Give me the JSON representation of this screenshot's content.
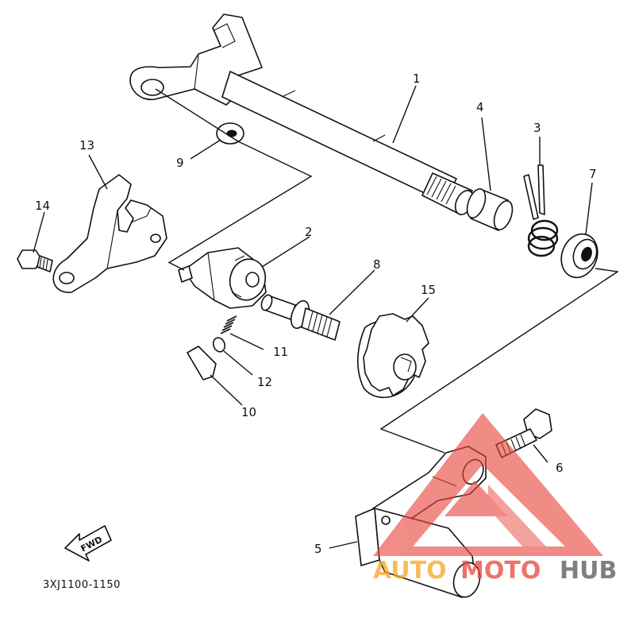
{
  "diagram": {
    "callouts": [
      {
        "id": "1",
        "text": "1"
      },
      {
        "id": "2",
        "text": "2"
      },
      {
        "id": "3",
        "text": "3"
      },
      {
        "id": "4",
        "text": "4"
      },
      {
        "id": "5",
        "text": "5"
      },
      {
        "id": "6",
        "text": "6"
      },
      {
        "id": "7",
        "text": "7"
      },
      {
        "id": "8",
        "text": "8"
      },
      {
        "id": "9",
        "text": "9"
      },
      {
        "id": "10",
        "text": "10"
      },
      {
        "id": "11",
        "text": "11"
      },
      {
        "id": "12",
        "text": "12"
      },
      {
        "id": "13",
        "text": "13"
      },
      {
        "id": "14",
        "text": "14"
      },
      {
        "id": "15",
        "text": "15"
      }
    ],
    "direction_marker": "FWD",
    "drawing_code": "3XJ1100-1150"
  },
  "watermark": {
    "word_left": "AUTO",
    "word_mid": "MOTO",
    "word_right": "HUB",
    "color_orange": "#f5a623",
    "color_red": "#e8453c",
    "color_gray": "#555555"
  }
}
